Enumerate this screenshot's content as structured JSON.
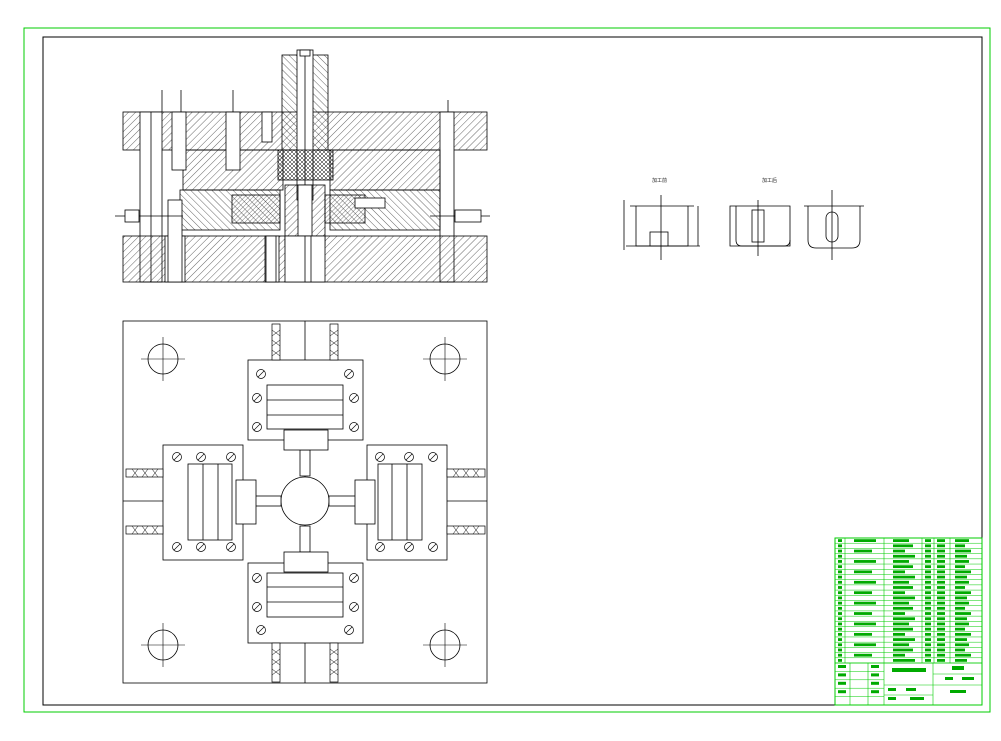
{
  "drawing": {
    "type": "mold assembly drawing",
    "frame_color": "#00cc00",
    "line_color": "#000000",
    "fill_color": "#ffffff",
    "detail_views": [
      {
        "title": "加工前"
      },
      {
        "title": "加工后"
      }
    ],
    "title_block": {
      "line_color": "#00cc00",
      "bar_color": "#00aa00",
      "parts_list_rows": 24
    }
  }
}
